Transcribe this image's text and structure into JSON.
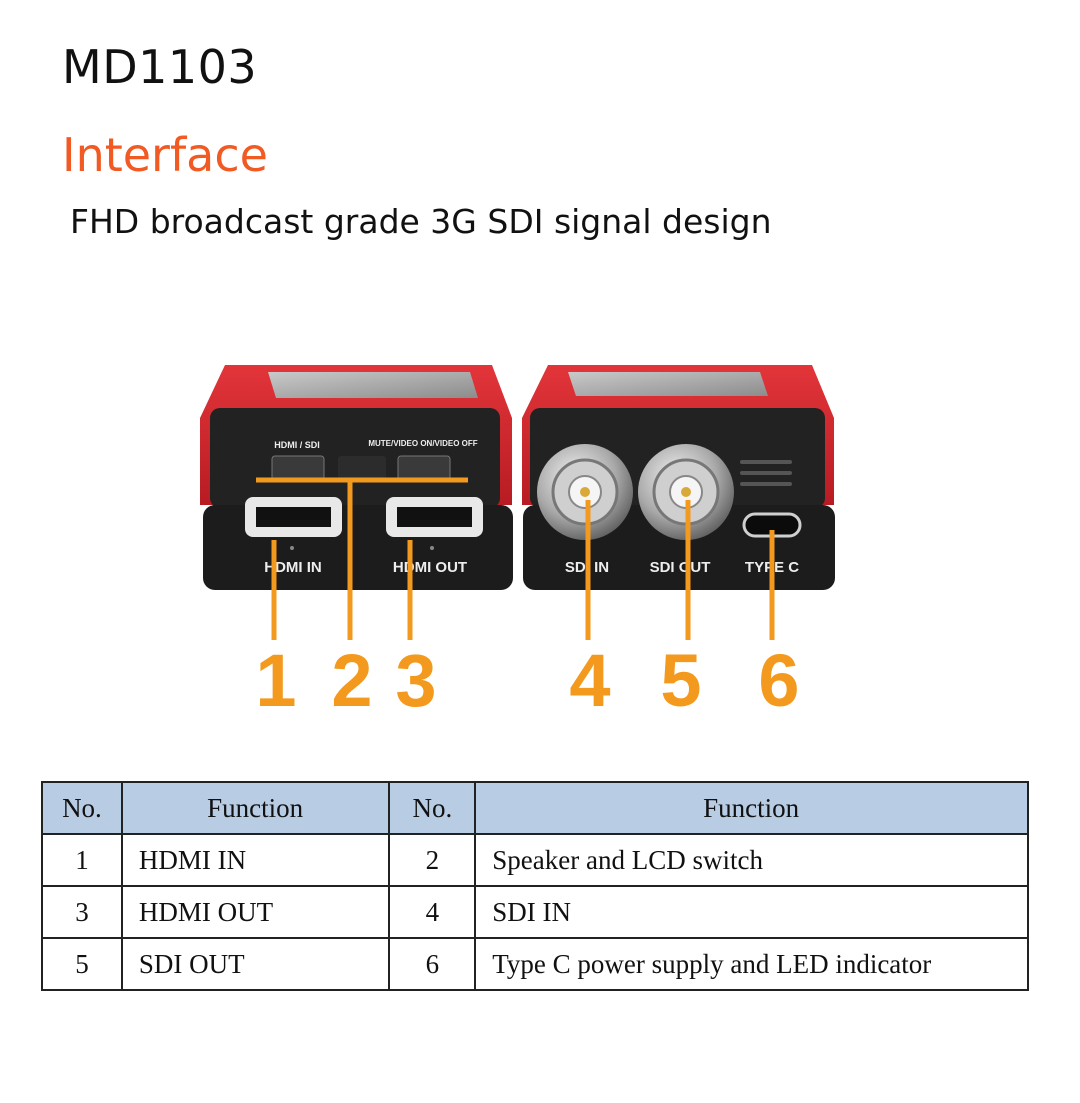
{
  "header": {
    "model": "MD1103",
    "section": "Interface",
    "subtitle": "FHD broadcast grade 3G SDI signal design"
  },
  "device": {
    "labels": {
      "hdmi_sdi": "HDMI / SDI",
      "mute_video": "MUTE/VIDEO ON/VIDEO OFF",
      "hdmi_in": "HDMI IN",
      "hdmi_out": "HDMI OUT",
      "sdi_in": "SDI IN",
      "sdi_out": "SDI OUT",
      "type_c": "TYPE C"
    },
    "callouts": [
      "1",
      "2",
      "3",
      "4",
      "5",
      "6"
    ],
    "colors": {
      "body_red": "#d8232a",
      "face_black": "#1e1e1e",
      "callout_orange": "#f39a1e"
    }
  },
  "table": {
    "headers": [
      "No.",
      "Function",
      "No.",
      "Function"
    ],
    "rows": [
      [
        "1",
        "HDMI IN",
        "2",
        "Speaker and LCD switch"
      ],
      [
        "3",
        "HDMI OUT",
        "4",
        "SDI IN"
      ],
      [
        "5",
        "SDI OUT",
        "6",
        "Type C power supply and LED indicator"
      ]
    ],
    "header_bg": "#b8cce4"
  }
}
